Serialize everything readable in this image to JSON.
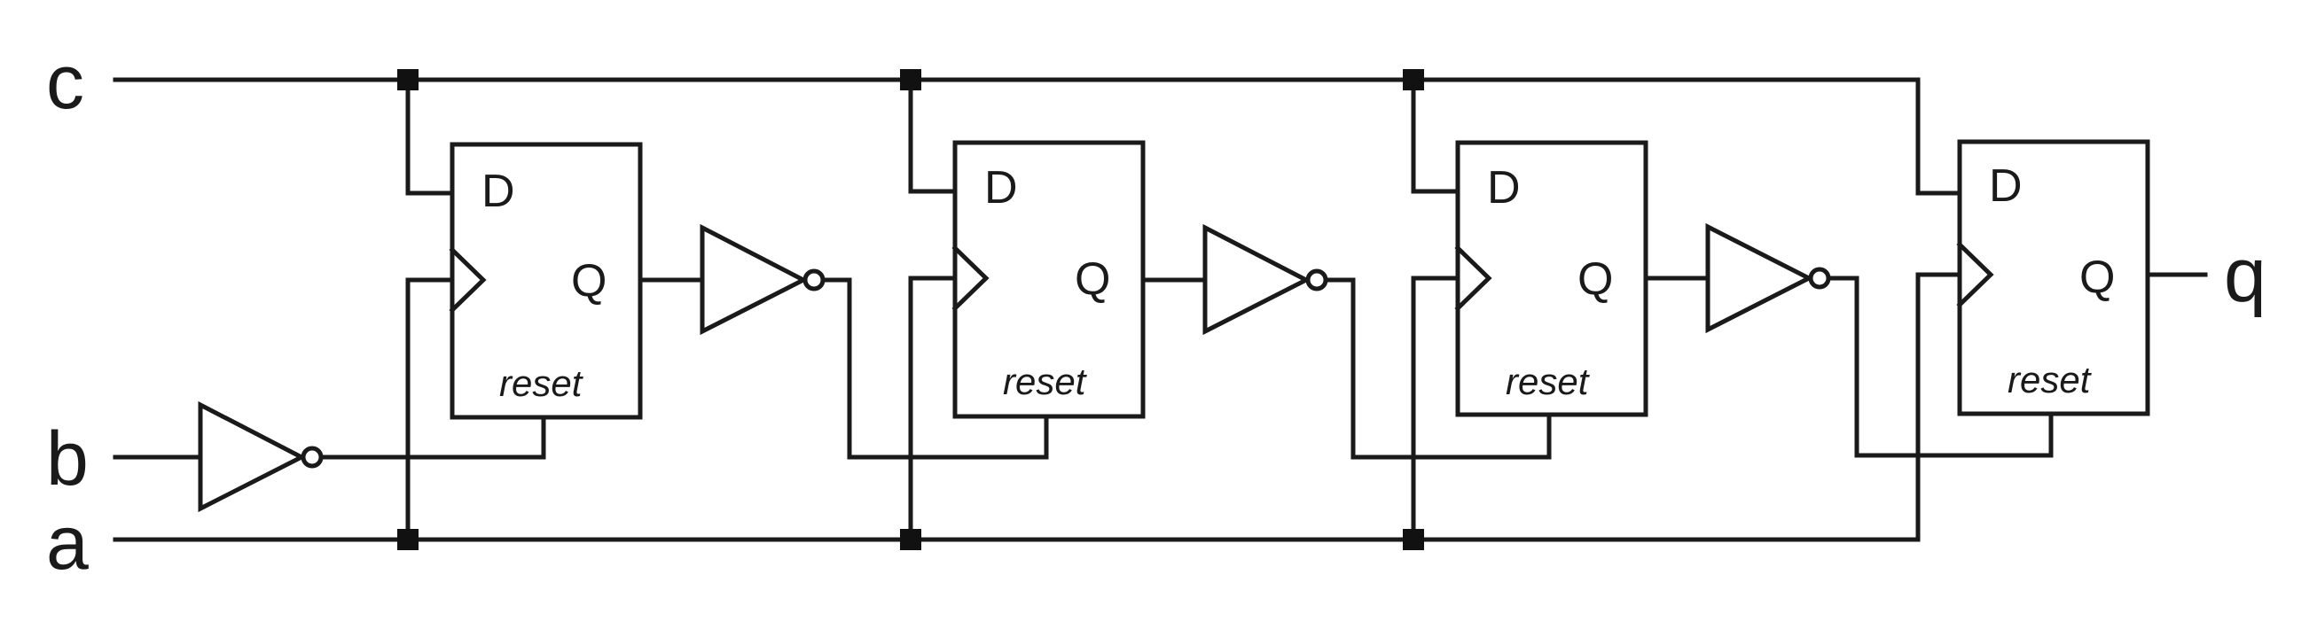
{
  "signals": {
    "c": "c",
    "b": "b",
    "a": "a",
    "q": "q"
  },
  "flipflops": [
    {
      "d": "D",
      "q": "Q",
      "reset": "reset"
    },
    {
      "d": "D",
      "q": "Q",
      "reset": "reset"
    },
    {
      "d": "D",
      "q": "Q",
      "reset": "reset"
    },
    {
      "d": "D",
      "q": "Q",
      "reset": "reset"
    }
  ]
}
